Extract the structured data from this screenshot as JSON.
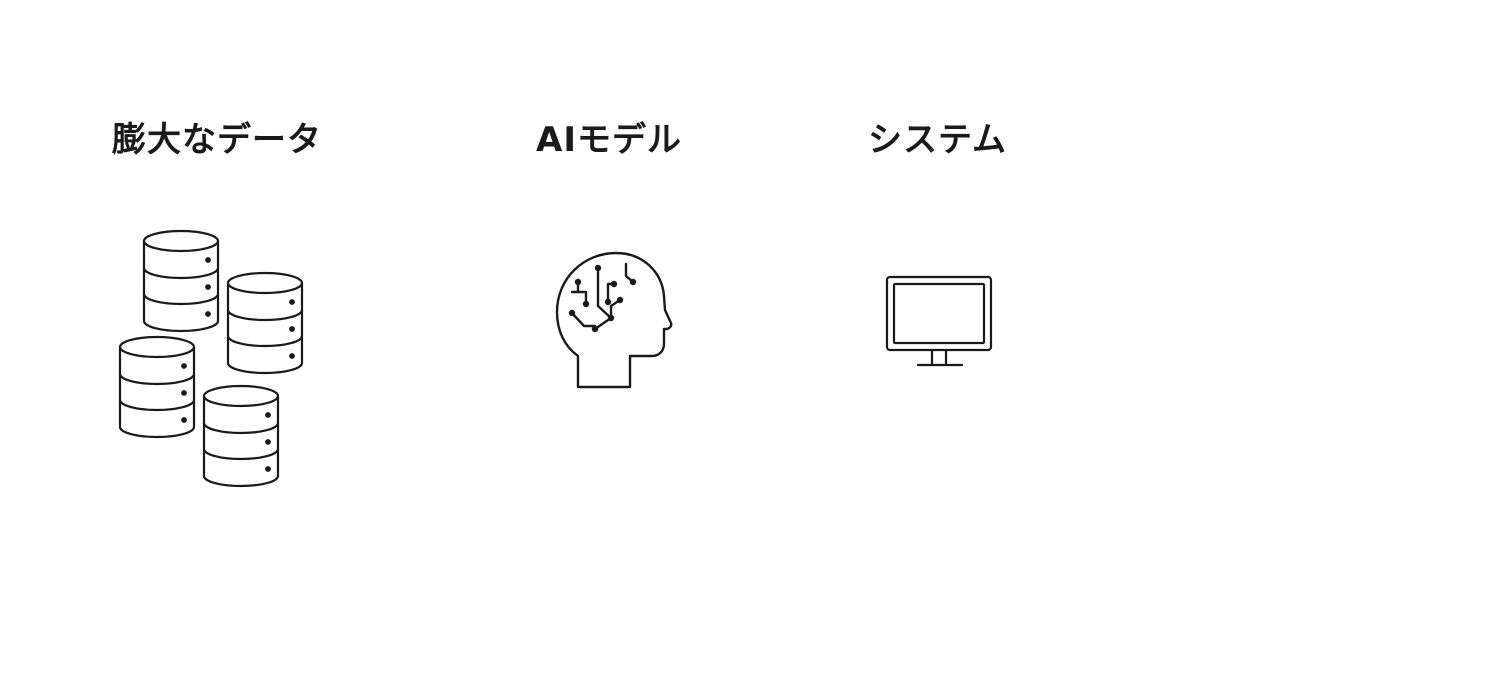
{
  "columns": [
    {
      "label": "膨大なデータ",
      "icon": "database-stack-icon"
    },
    {
      "label": "AIモデル",
      "icon": "ai-brain-circuit-icon"
    },
    {
      "label": "システム",
      "icon": "monitor-icon"
    }
  ],
  "colors": {
    "background": "#ffffff",
    "ink": "#1a1a1a"
  }
}
